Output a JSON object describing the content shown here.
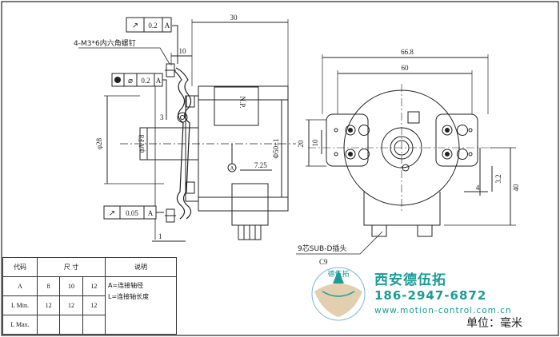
{
  "drawing": {
    "tolerance_top": {
      "symbol": "↗",
      "value": "0.2",
      "datum": "A"
    },
    "tolerance_mid": {
      "symbol": "⌀",
      "value": "0.2",
      "datum": "A"
    },
    "tolerance_low": {
      "symbol": "↗",
      "value": "0.05",
      "datum": "A"
    },
    "screw_note": "4-M3*6内六角螺钉",
    "dim_30": "30",
    "dim_10": "10",
    "dim_3": "3",
    "dim_725": "7.25",
    "dim_1": "1",
    "dim_phi28": "φ28",
    "dim_phiA": "φA F8",
    "dim_phi50": "Φ50±1",
    "np_label": "N.P.",
    "dim_668": "66.8",
    "dim_60": "60",
    "dim_20": "20",
    "dim_10b": "10",
    "dim_4": "4",
    "dim_32": "3.2",
    "dim_40": "40",
    "connector_note": "9芯SUB-D插头",
    "connector_code": "C9"
  },
  "table": {
    "headers": [
      "代码",
      "尺 寸",
      "说明"
    ],
    "rows": [
      {
        "label": "A",
        "v1": "8",
        "v2": "10",
        "v3": "12"
      },
      {
        "label": "L Min.",
        "v1": "12",
        "v2": "12",
        "v3": "12"
      },
      {
        "label": "L Max.",
        "v1": "",
        "v2": "",
        "v3": ""
      }
    ],
    "notes": [
      "A=连接轴径",
      "L=连接轴长度"
    ]
  },
  "brand": {
    "name": "西安德伍拓",
    "phone": "186-2947-6872",
    "website": "www.motion-control.com.cn",
    "logo_text": "德伍拓"
  },
  "unit": "单位：毫米",
  "colors": {
    "line": "#222222",
    "brand": "#1a9d97",
    "logo_bg": "#c9a870"
  }
}
